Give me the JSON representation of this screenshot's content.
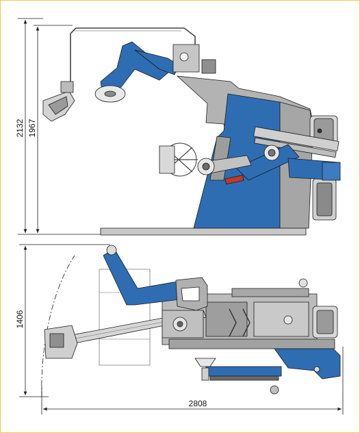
{
  "dimensions": {
    "total_height": "2132",
    "arm_height": "1967",
    "depth": "1406",
    "width": "2808"
  },
  "colors": {
    "frame_border": "#f2c84b",
    "machine_blue": "#2f6db3",
    "machine_grey": "#a9a9a9",
    "dark_grey": "#5a5a5a",
    "line": "#1a1a1a"
  }
}
